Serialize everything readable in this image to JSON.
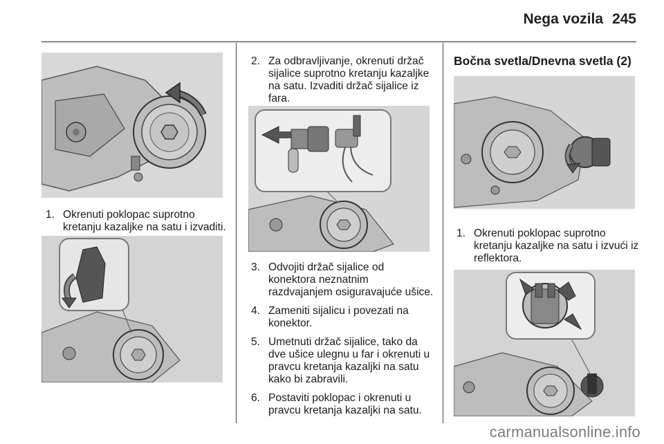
{
  "header": {
    "title": "Nega vozila",
    "page_number": "245"
  },
  "left_column": {
    "step1": {
      "number": "1.",
      "text": "Okrenuti poklopac suprotno kretanju kazaljke na satu i izvaditi."
    }
  },
  "middle_column": {
    "steps": [
      {
        "number": "2.",
        "text": "Za odbravljivanje, okrenuti držač sijalice suprotno kretanju kazaljke na satu. Izvaditi držač sijalice iz fara."
      },
      {
        "number": "3.",
        "text": "Odvojiti držač sijalice od konektora neznatnim razdvajanjem osiguravajuće ušice."
      },
      {
        "number": "4.",
        "text": "Zameniti sijalicu i povezati na konektor."
      },
      {
        "number": "5.",
        "text": "Umetnuti držač sijalice, tako da dve ušice ulegnu u far i okrenuti u pravcu kretanja kazaljki na satu kako bi zabravili."
      },
      {
        "number": "6.",
        "text": "Postaviti poklopac i okrenuti u pravcu kretanja kazaljki na satu."
      }
    ]
  },
  "right_column": {
    "heading": "Bočna svetla/Dnevna svetla (2)",
    "step1": {
      "number": "1.",
      "text": "Okrenuti poklopac suprotno kretanju kazaljke na satu i izvući iz reflektora."
    }
  },
  "watermark": "carmanualsonline.info"
}
